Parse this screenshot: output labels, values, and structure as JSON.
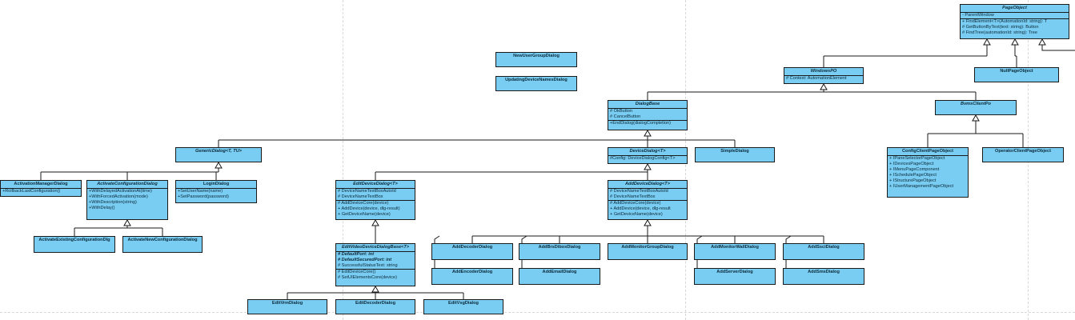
{
  "diagram": {
    "classes": [
      {
        "id": "pageobject",
        "name": "PageObject",
        "abstract": true,
        "sections": [
          [
            "- ParentWindow"
          ],
          [
            "+ FindElement<T>(AutomationId: string): T",
            "# GetButtonByText(text: string): Button",
            "# FindTree(automationId: string): Tree"
          ]
        ]
      },
      {
        "id": "windowspo",
        "name": "WindowsPO",
        "abstract": true,
        "sections": [
          [
            "# Context: AutomationElement"
          ]
        ]
      },
      {
        "id": "nullpageobject",
        "name": "NullPageObject",
        "abstract": false,
        "sections": []
      },
      {
        "id": "newusergroupdialog",
        "name": "NewUserGroupDialog",
        "abstract": false,
        "sections": []
      },
      {
        "id": "updatingdevicenamesdialog",
        "name": "UpdatingDeviceNamesDialog",
        "abstract": false,
        "sections": []
      },
      {
        "id": "dialogbase",
        "name": "DialogBase",
        "abstract": true,
        "sections": [
          [
            "# OkButton",
            "# CancelButton"
          ],
          [
            "+EndDialog(dialogCompletion)"
          ]
        ]
      },
      {
        "id": "bvmsclientpo",
        "name": "BvmsClientPo",
        "abstract": true,
        "sections": []
      },
      {
        "id": "genericdialog",
        "name": "GenericDialog<T, TU>",
        "abstract": true,
        "sections": []
      },
      {
        "id": "devicedialog",
        "name": "DeviceDialog<T>",
        "abstract": true,
        "sections": [
          [
            "#Config: DeviceDialogConfig<T>"
          ]
        ]
      },
      {
        "id": "simpledialog",
        "name": "SimpleDialog",
        "abstract": false,
        "sections": []
      },
      {
        "id": "configclientpageobject",
        "name": "ConfigClientPageObject",
        "abstract": false,
        "sections": [
          [
            "+ IPaneSelectorPageObject",
            "+ IDevicesPageObject",
            "+ IMenuPageComponent",
            "+ ISchedulePageObject",
            "+ IStructurePageObject",
            "+ IUserManagementPageObject"
          ]
        ]
      },
      {
        "id": "operatorclientpageobject",
        "name": "OperatorClientPageObject",
        "abstract": false,
        "sections": []
      },
      {
        "id": "activationmanagerdialog",
        "name": "ActivationManagerDialog",
        "abstract": false,
        "sections": [
          [
            "+RollbackLastConfiguration()"
          ]
        ]
      },
      {
        "id": "activateconfigurationdialog",
        "name": "ActivateConfigurationDialog",
        "abstract": true,
        "sections": [
          [
            "+WithDelayedActivationAt(time)",
            "+WithForcedActivation(mode)",
            "+WithDescription(string)",
            "+WithDelay()"
          ]
        ]
      },
      {
        "id": "logindialog",
        "name": "LoginDialog",
        "abstract": false,
        "sections": [
          [
            "+SetUserName(name)",
            "+SetPassword(password)"
          ]
        ]
      },
      {
        "id": "editdevicedialog",
        "name": "EditDeviceDialog<T>",
        "abstract": true,
        "sections": [
          [
            "# DeviceNameTextBoxAutoId",
            "# DeviceNameTextBox"
          ],
          [
            "# AddDeviceCore(device)",
            "+ AddDevice(device, dlg-result)",
            "+ GetDeviceName(device)"
          ]
        ]
      },
      {
        "id": "adddevicedialog",
        "name": "AddDeviceDialog<T>",
        "abstract": true,
        "sections": [
          [
            "# DeviceNameTextBoxAutoId",
            "# DeviceNameTextBox"
          ],
          [
            "# AddDeviceCore(device)",
            "+ AddDevice(device, dlg-result",
            "+ GetDeviceName(device)"
          ]
        ]
      },
      {
        "id": "activateexisting",
        "name": "ActivateExistingConfigurationDlg",
        "abstract": false,
        "sections": []
      },
      {
        "id": "activatenew",
        "name": "ActivateNewConfigurationDialog",
        "abstract": false,
        "sections": []
      },
      {
        "id": "editvideodevicedialogbase",
        "name": "EditVideoDeviceDialogBase<T>",
        "abstract": true,
        "sections": [
          [
            "# DefaultPort: int",
            "# DefaultSecuredPort: int",
            "# SuccessfulStatusText: string"
          ],
          [
            "# EditDeviceCore()",
            "# SetUIElementsCore(device)"
          ]
        ],
        "italicFirst": 2
      },
      {
        "id": "adddecoderdialog",
        "name": "AddDecoderDialog",
        "abstract": false,
        "sections": []
      },
      {
        "id": "addencoderdialog",
        "name": "AddEncoderDialog",
        "abstract": false,
        "sections": []
      },
      {
        "id": "addbrsdibosdialog",
        "name": "AddBrsDiboxDialog",
        "abstract": false,
        "sections": []
      },
      {
        "id": "addemaildialog",
        "name": "AddEmailDialog",
        "abstract": false,
        "sections": []
      },
      {
        "id": "addmonitorgroupdialog",
        "name": "AddMonitorGroupDialog",
        "abstract": false,
        "sections": []
      },
      {
        "id": "addmonitorwalldialog",
        "name": "AddMonitorWallDialog",
        "abstract": false,
        "sections": []
      },
      {
        "id": "addserverdialog",
        "name": "AddServerDialog",
        "abstract": false,
        "sections": []
      },
      {
        "id": "addsscidialog",
        "name": "AddSsciDialog",
        "abstract": false,
        "sections": []
      },
      {
        "id": "addsmsdialog",
        "name": "AddSmsDialog",
        "abstract": false,
        "sections": []
      },
      {
        "id": "editvrmdialog",
        "name": "EditVrmDialog",
        "abstract": false,
        "sections": []
      },
      {
        "id": "editdecoderdialog",
        "name": "EditDecoderDialog",
        "abstract": false,
        "sections": []
      },
      {
        "id": "editvsgdialog",
        "name": "EditVsgDialog",
        "abstract": false,
        "sections": []
      }
    ]
  }
}
